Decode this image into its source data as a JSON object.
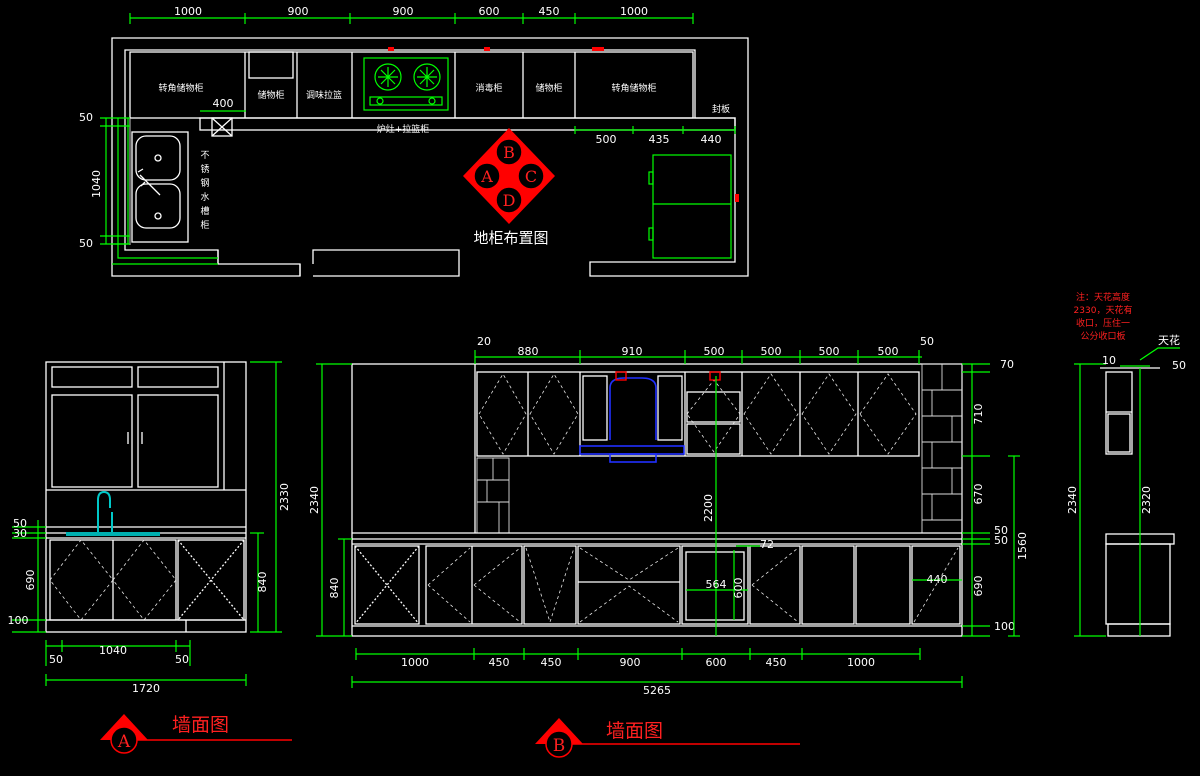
{
  "plan": {
    "title": "地柜布置图",
    "top_dims": [
      "1000",
      "900",
      "900",
      "600",
      "450",
      "1000"
    ],
    "cabinets": {
      "corner_left": "转角储物柜",
      "storage1": "储物柜",
      "seasoning": "调味拉篮",
      "disinfect": "消毒柜",
      "storage2": "储物柜",
      "corner_right": "转角储物柜",
      "seal": "封板",
      "stove": "炉灶+拉篮柜",
      "sink_cab": [
        "不",
        "锈",
        "钢",
        "水",
        "槽",
        "柜"
      ]
    },
    "dim_400": "400",
    "dim_50_top": "50",
    "dim_1040": "1040",
    "dim_50_bot": "50",
    "right_dims": [
      "500",
      "435",
      "440"
    ],
    "compass": [
      "B",
      "A",
      "C",
      "D"
    ]
  },
  "elevA": {
    "height_total": "2330",
    "dim_50": "50",
    "dim_30": "30",
    "dim_690": "690",
    "dim_840": "840",
    "dim_100": "100",
    "bottom_1040": "1040",
    "bottom_50l": "50",
    "bottom_50r": "50",
    "bottom_1720": "1720",
    "label_letter": "A",
    "label_text": "墙面图"
  },
  "elevB": {
    "top_dims": [
      "20",
      "880",
      "910",
      "500",
      "500",
      "500",
      "500",
      "50"
    ],
    "left_2340": "2340",
    "left_840": "840",
    "right_70": "70",
    "right_710": "710",
    "right_670": "670",
    "right_50a": "50",
    "right_50b": "50",
    "right_690": "690",
    "right_100": "100",
    "right_1560": "1560",
    "mid_2200": "2200",
    "mid_72": "72",
    "mid_564": "564",
    "mid_600": "600",
    "mid_440": "440",
    "bottom_dims": [
      "1000",
      "450",
      "450",
      "900",
      "600",
      "450",
      "1000"
    ],
    "bottom_total": "5265",
    "label_letter": "B",
    "label_text": "墙面图"
  },
  "side": {
    "note": [
      "注：天花高度",
      "2330，天花有",
      "收口，压住一",
      "公分收口板"
    ],
    "ceiling": "天花",
    "dim_10": "10",
    "dim_50": "50",
    "dim_2340": "2340",
    "dim_2320": "2320"
  },
  "colors": {
    "background": "#000000",
    "line": "#ffffff",
    "dimension": "#00ff00",
    "accent": "#ff0000",
    "hood": "#2030ff"
  }
}
